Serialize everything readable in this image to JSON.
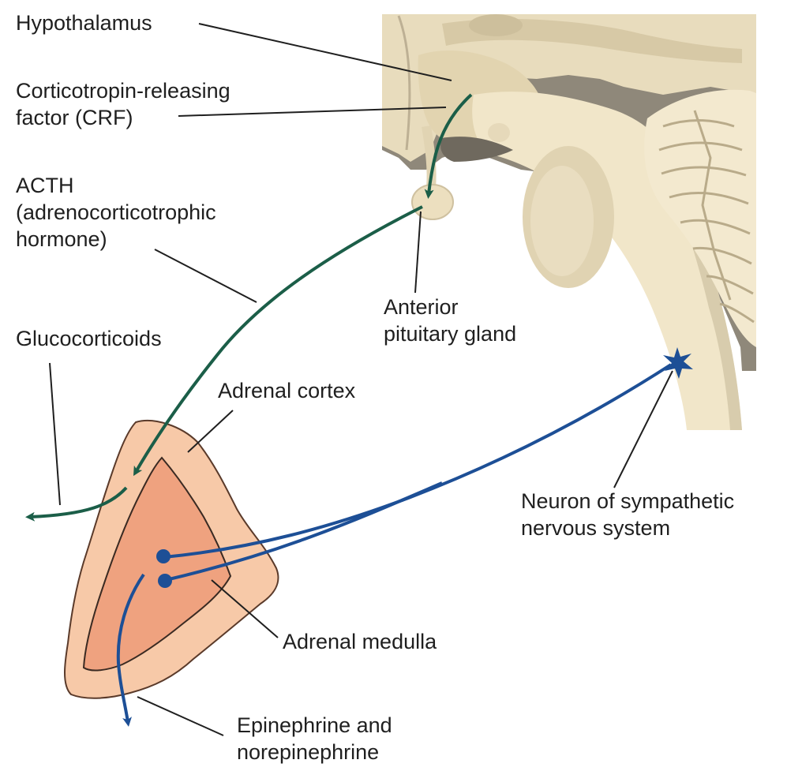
{
  "labels": {
    "hypothalamus": "Hypothalamus",
    "crf": [
      "Corticotropin-releasing",
      "factor (CRF)"
    ],
    "acth": [
      "ACTH",
      "(adrenocorticotrophic",
      "hormone)"
    ],
    "anterior_pituitary": [
      "Anterior",
      "pituitary gland"
    ],
    "glucocorticoids": "Glucocorticoids",
    "adrenal_cortex": "Adrenal cortex",
    "neuron_sympathetic": [
      "Neuron of sympathetic",
      "nervous system"
    ],
    "adrenal_medulla": "Adrenal medulla",
    "epinephrine": [
      "Epinephrine and",
      "norepinephrine"
    ]
  },
  "colors": {
    "hormone_pathway": "#1b5e48",
    "neural_pathway": "#1d4f96",
    "adrenal_cortex": "#f7c9a8",
    "adrenal_medulla": "#efa27f",
    "brain_tissue": "#f1e6c9",
    "brain_shadow": "#c9bfa8"
  }
}
